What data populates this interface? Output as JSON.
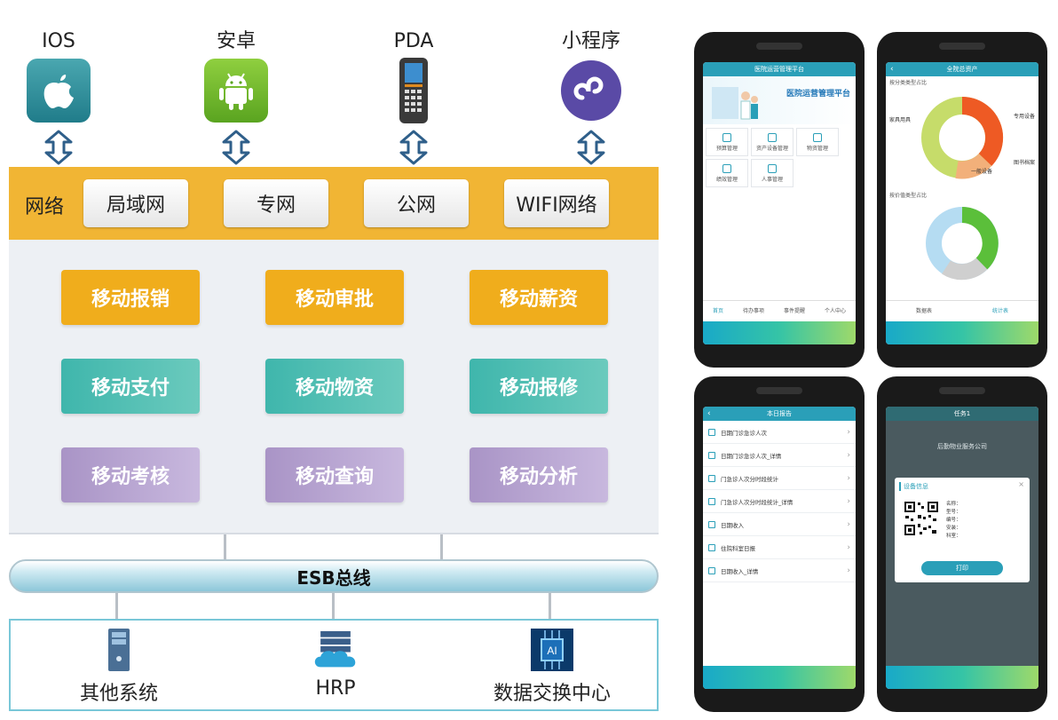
{
  "platforms": [
    {
      "label": "IOS",
      "icon": "apple-icon"
    },
    {
      "label": "安卓",
      "icon": "android-icon"
    },
    {
      "label": "PDA",
      "icon": "pda-device-icon"
    },
    {
      "label": "小程序",
      "icon": "mini-program-icon"
    }
  ],
  "network": {
    "title": "网络",
    "chips": [
      "局域网",
      "专网",
      "公网",
      "WIFI网络"
    ]
  },
  "modules": [
    "移动报销",
    "移动审批",
    "移动薪资",
    "移动支付",
    "移动物资",
    "移动报修",
    "移动考核",
    "移动查询",
    "移动分析"
  ],
  "esb": {
    "label": "ESB总线"
  },
  "systems": [
    {
      "label": "其他系统",
      "icon": "server-icon"
    },
    {
      "label": "HRP",
      "icon": "cloud-server-icon"
    },
    {
      "label": "数据交换中心",
      "icon": "ai-chip-icon"
    }
  ],
  "phone1": {
    "title": "医院运营管理平台",
    "banner_title": "医院运营管理平台",
    "tiles": [
      "预算管理",
      "资产设备管理",
      "物资管理",
      "绩效管理",
      "人事管理"
    ],
    "tabs": [
      "首页",
      "待办事项",
      "事件提醒",
      "个人中心"
    ]
  },
  "phone2": {
    "title": "全院总资产",
    "section1": "按分类类型占比",
    "section2": "按价值类型占比",
    "legend": [
      "家具用具",
      "专用设备",
      "图书档案",
      "一般设备"
    ],
    "footer": [
      "数据表",
      "统计表"
    ]
  },
  "phone3": {
    "title": "本日报告",
    "items": [
      "日期门诊急诊人次",
      "日期门诊急诊人次_详情",
      "门急诊人次分时段统计",
      "门急诊人次分时段统计_详情",
      "日期收入",
      "住院科室日报",
      "日期收入_详情"
    ]
  },
  "phone4": {
    "title": "任务1",
    "company": "后勤物业服务公司",
    "modal_title": "设备信息",
    "fields": [
      "名称：",
      "型号：",
      "编号：",
      "安装：",
      "科室："
    ],
    "print": "打印"
  },
  "colors": {
    "orange": "#f1b534",
    "teal": "#3fb6ac",
    "purple": "#a994c6",
    "accent": "#2a9fb8"
  }
}
